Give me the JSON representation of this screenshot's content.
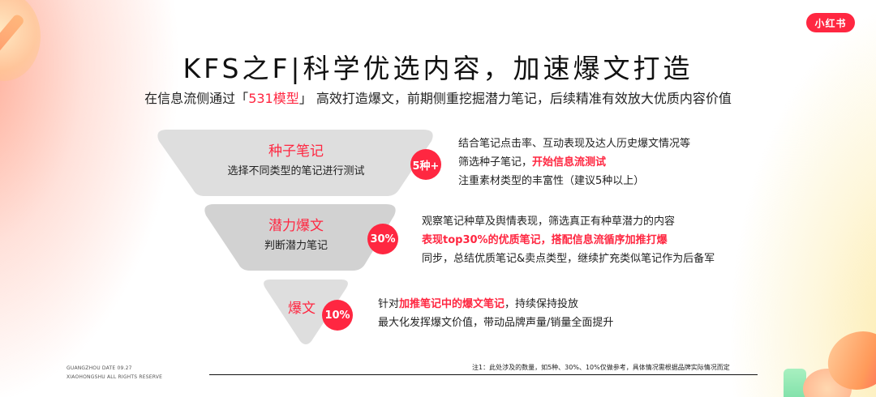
{
  "logo": {
    "label": "小红书",
    "color": "#ff2741"
  },
  "header": {
    "title": "KFS之F|科学优选内容，加速爆文打造",
    "subtitle_prefix": "在信息流侧通过「",
    "subtitle_highlight": "531模型",
    "subtitle_suffix": "」 高效打造爆文，前期侧重挖掘潜力笔记，后续精准有效放大优质内容价值"
  },
  "funnel": [
    {
      "title": "种子笔记",
      "desc": "选择不同类型的笔记进行测试",
      "badge": "5种+",
      "lines": [
        {
          "parts": [
            {
              "text": "结合笔记点击率、互动表现及达人历史爆文情况等",
              "hl": false
            }
          ]
        },
        {
          "parts": [
            {
              "text": "筛选种子笔记，",
              "hl": false
            },
            {
              "text": "开始信息流测试",
              "hl": true
            }
          ]
        },
        {
          "parts": [
            {
              "text": "注重素材类型的丰富性（建议5种以上）",
              "hl": false
            }
          ]
        }
      ]
    },
    {
      "title": "潜力爆文",
      "desc": "判断潜力笔记",
      "badge": "30%",
      "lines": [
        {
          "parts": [
            {
              "text": "观察笔记种草及舆情表现，筛选真正有种草潜力的内容",
              "hl": false
            }
          ]
        },
        {
          "parts": [
            {
              "text": "表现top30%的优质笔记，搭配信息流循序加推打爆",
              "hl": true
            }
          ]
        },
        {
          "parts": [
            {
              "text": "同步，总结优质笔记&卖点类型，继续扩充类似笔记作为后备军",
              "hl": false
            }
          ]
        }
      ]
    },
    {
      "title": "爆文",
      "desc": "",
      "badge": "10%",
      "lines": [
        {
          "parts": [
            {
              "text": "针对",
              "hl": false
            },
            {
              "text": "加推笔记中的爆文笔记",
              "hl": true
            },
            {
              "text": "，持续保持投放",
              "hl": false
            }
          ]
        },
        {
          "parts": [
            {
              "text": "最大化发挥爆文价值，带动品牌声量/销量全面提升",
              "hl": false
            }
          ]
        }
      ]
    }
  ],
  "footer": {
    "left_line1": "GUANGZHOU DATE 09.27",
    "left_line2": "XIAOHONGSHU ALL RIGHTS RESERVE",
    "note": "注1：此处涉及的数量，如5种、30%、10%仅做参考，具体情况需根据品牌实际情况而定"
  }
}
